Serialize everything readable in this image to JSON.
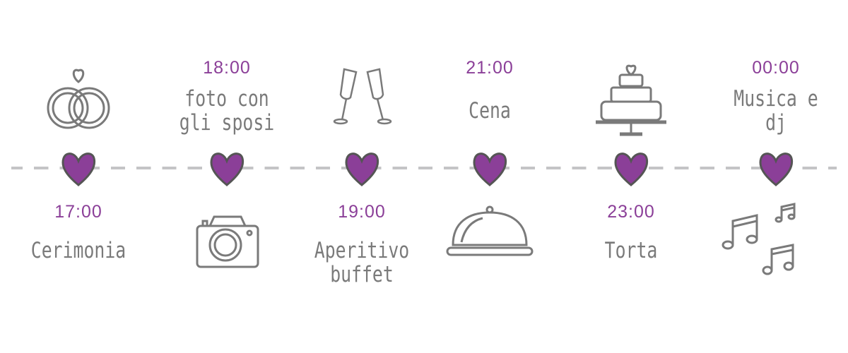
{
  "colors": {
    "accent": "#8b3f98",
    "text": "#7a7a7a",
    "line": "#c4c4c6"
  },
  "events": [
    {
      "time": "17:00",
      "label": "Cerimonia",
      "icon": "wedding-rings-icon"
    },
    {
      "time": "18:00",
      "label": "foto con gli sposi",
      "icon": "camera-icon"
    },
    {
      "time": "19:00",
      "label": "Aperitivo buffet",
      "icon": "champagne-glasses-icon"
    },
    {
      "time": "21:00",
      "label": "Cena",
      "icon": "food-cloche-icon"
    },
    {
      "time": "23:00",
      "label": "Torta",
      "icon": "wedding-cake-icon"
    },
    {
      "time": "00:00",
      "label": "Musica e dj",
      "icon": "music-notes-icon"
    }
  ]
}
